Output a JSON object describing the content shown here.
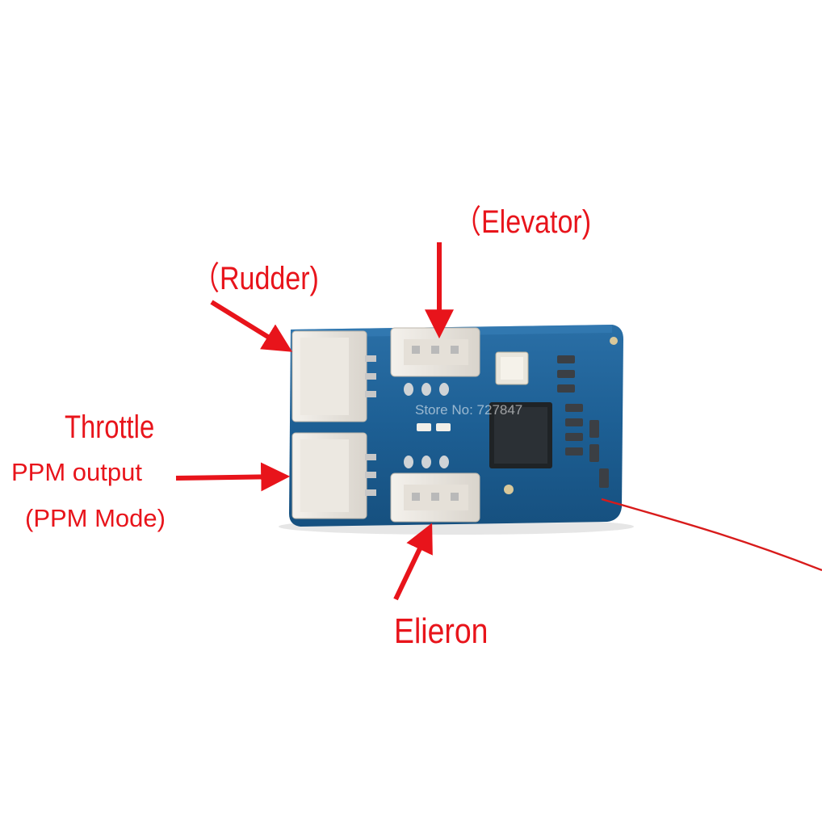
{
  "labels": {
    "elevator": "（Elevator)",
    "rudder": "（Rudder)",
    "throttle": "Throttle",
    "ppm_output": "PPM output",
    "ppm_mode": "(PPM Mode)",
    "elieron": "Elieron"
  },
  "watermark": "Store No: 727847",
  "colors": {
    "label_red": "#e8141b",
    "pcb_blue": "#1d5f94",
    "antenna_red": "#d81b1b",
    "background": "#ffffff"
  }
}
